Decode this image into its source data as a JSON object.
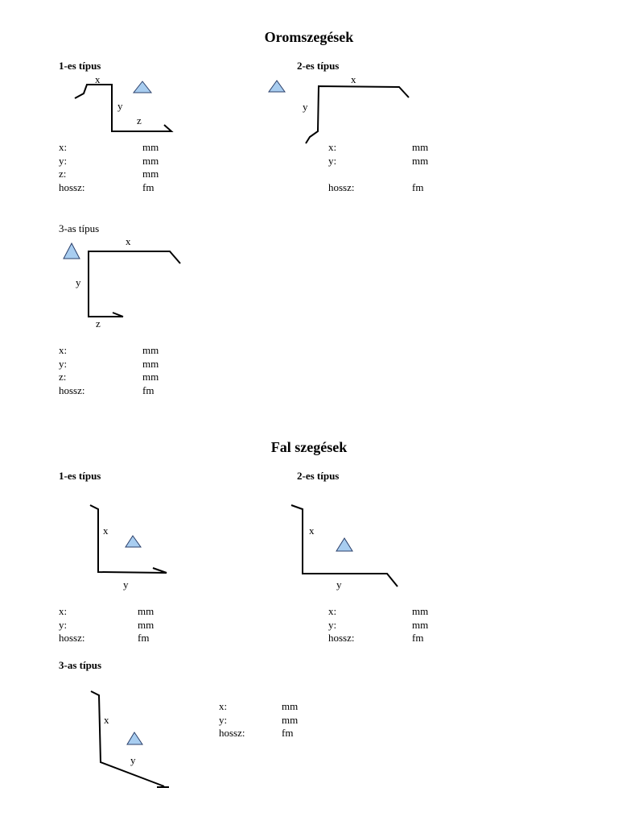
{
  "oromszegesek": {
    "title": "Oromszegések",
    "type1": {
      "heading": "1-es típus",
      "dims": {
        "x": "x",
        "y": "y",
        "z": "z"
      },
      "fields": [
        {
          "label": "x:",
          "unit": "mm"
        },
        {
          "label": "y:",
          "unit": "mm"
        },
        {
          "label": "z:",
          "unit": "mm"
        },
        {
          "label": "hossz:",
          "unit": "fm"
        }
      ]
    },
    "type2": {
      "heading": "2-es típus",
      "dims": {
        "x": "x",
        "y": "y"
      },
      "fields": [
        {
          "label": "x:",
          "unit": "mm"
        },
        {
          "label": "y:",
          "unit": "mm"
        },
        {
          "label": "hossz:",
          "unit": "fm"
        }
      ]
    },
    "type3": {
      "heading": "3-as típus",
      "dims": {
        "x": "x",
        "y": "y",
        "z": "z"
      },
      "fields": [
        {
          "label": "x:",
          "unit": "mm"
        },
        {
          "label": "y:",
          "unit": "mm"
        },
        {
          "label": "z:",
          "unit": "mm"
        },
        {
          "label": "hossz:",
          "unit": "fm"
        }
      ]
    }
  },
  "falszegesek": {
    "title": "Fal szegések",
    "type1": {
      "heading": "1-es típus",
      "dims": {
        "x": "x",
        "y": "y"
      },
      "fields": [
        {
          "label": "x:",
          "unit": "mm"
        },
        {
          "label": "y:",
          "unit": "mm"
        },
        {
          "label": "hossz:",
          "unit": "fm"
        }
      ]
    },
    "type2": {
      "heading": "2-es típus",
      "dims": {
        "x": "x",
        "y": "y"
      },
      "fields": [
        {
          "label": "x:",
          "unit": "mm"
        },
        {
          "label": "y:",
          "unit": "mm"
        },
        {
          "label": "hossz:",
          "unit": "fm"
        }
      ]
    },
    "type3": {
      "heading": "3-as típus",
      "dims": {
        "x": "x",
        "y": "y"
      },
      "fields": [
        {
          "label": "x:",
          "unit": "mm"
        },
        {
          "label": "y:",
          "unit": "mm"
        },
        {
          "label": "hossz:",
          "unit": "fm"
        }
      ]
    }
  },
  "icons": {
    "triangle": "triangle-marker-icon",
    "triangle_fill": "#a8cdf0",
    "triangle_stroke": "#2a3f6a"
  }
}
